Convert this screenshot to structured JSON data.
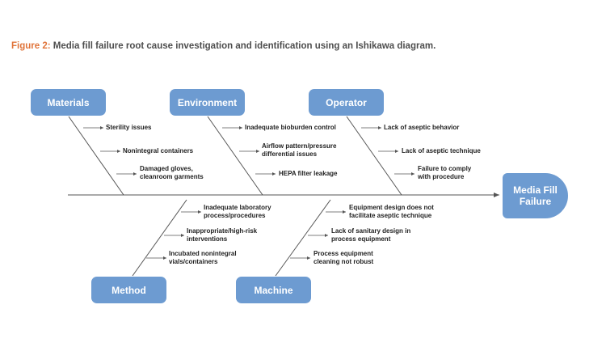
{
  "caption": {
    "label": "Figure 2:",
    "text": " Media fill failure root cause investigation and identification using an Ishikawa diagram."
  },
  "effect": {
    "line1": "Media Fill",
    "line2": "Failure"
  },
  "categories": {
    "materials": {
      "label": "Materials",
      "causes": [
        {
          "line1": "Sterility issues",
          "line2": ""
        },
        {
          "line1": "Nonintegral containers",
          "line2": ""
        },
        {
          "line1": "Damaged gloves,",
          "line2": "cleanroom garments"
        }
      ]
    },
    "environment": {
      "label": "Environment",
      "causes": [
        {
          "line1": "Inadequate bioburden control",
          "line2": ""
        },
        {
          "line1": "Airflow  pattern/pressure",
          "line2": "differential issues"
        },
        {
          "line1": "HEPA filter leakage",
          "line2": ""
        }
      ]
    },
    "operator": {
      "label": "Operator",
      "causes": [
        {
          "line1": "Lack of aseptic behavior",
          "line2": ""
        },
        {
          "line1": "Lack of aseptic technique",
          "line2": ""
        },
        {
          "line1": "Failure to comply",
          "line2": "with procedure"
        }
      ]
    },
    "method": {
      "label": "Method",
      "causes": [
        {
          "line1": "Inadequate laboratory",
          "line2": "process/procedures"
        },
        {
          "line1": "Inappropriate/high-risk",
          "line2": "interventions"
        },
        {
          "line1": "Incubated nonintegral",
          "line2": "vials/containers"
        }
      ]
    },
    "machine": {
      "label": "Machine",
      "causes": [
        {
          "line1": "Equipment design does not",
          "line2": "facilitate aseptic technique"
        },
        {
          "line1": "Lack of sanitary design in",
          "line2": "process equipment"
        },
        {
          "line1": "Process equipment",
          "line2": "cleaning not robust"
        }
      ]
    }
  },
  "colors": {
    "box": "#6d9bd1",
    "line": "#555555",
    "caption_accent": "#e0743a"
  }
}
